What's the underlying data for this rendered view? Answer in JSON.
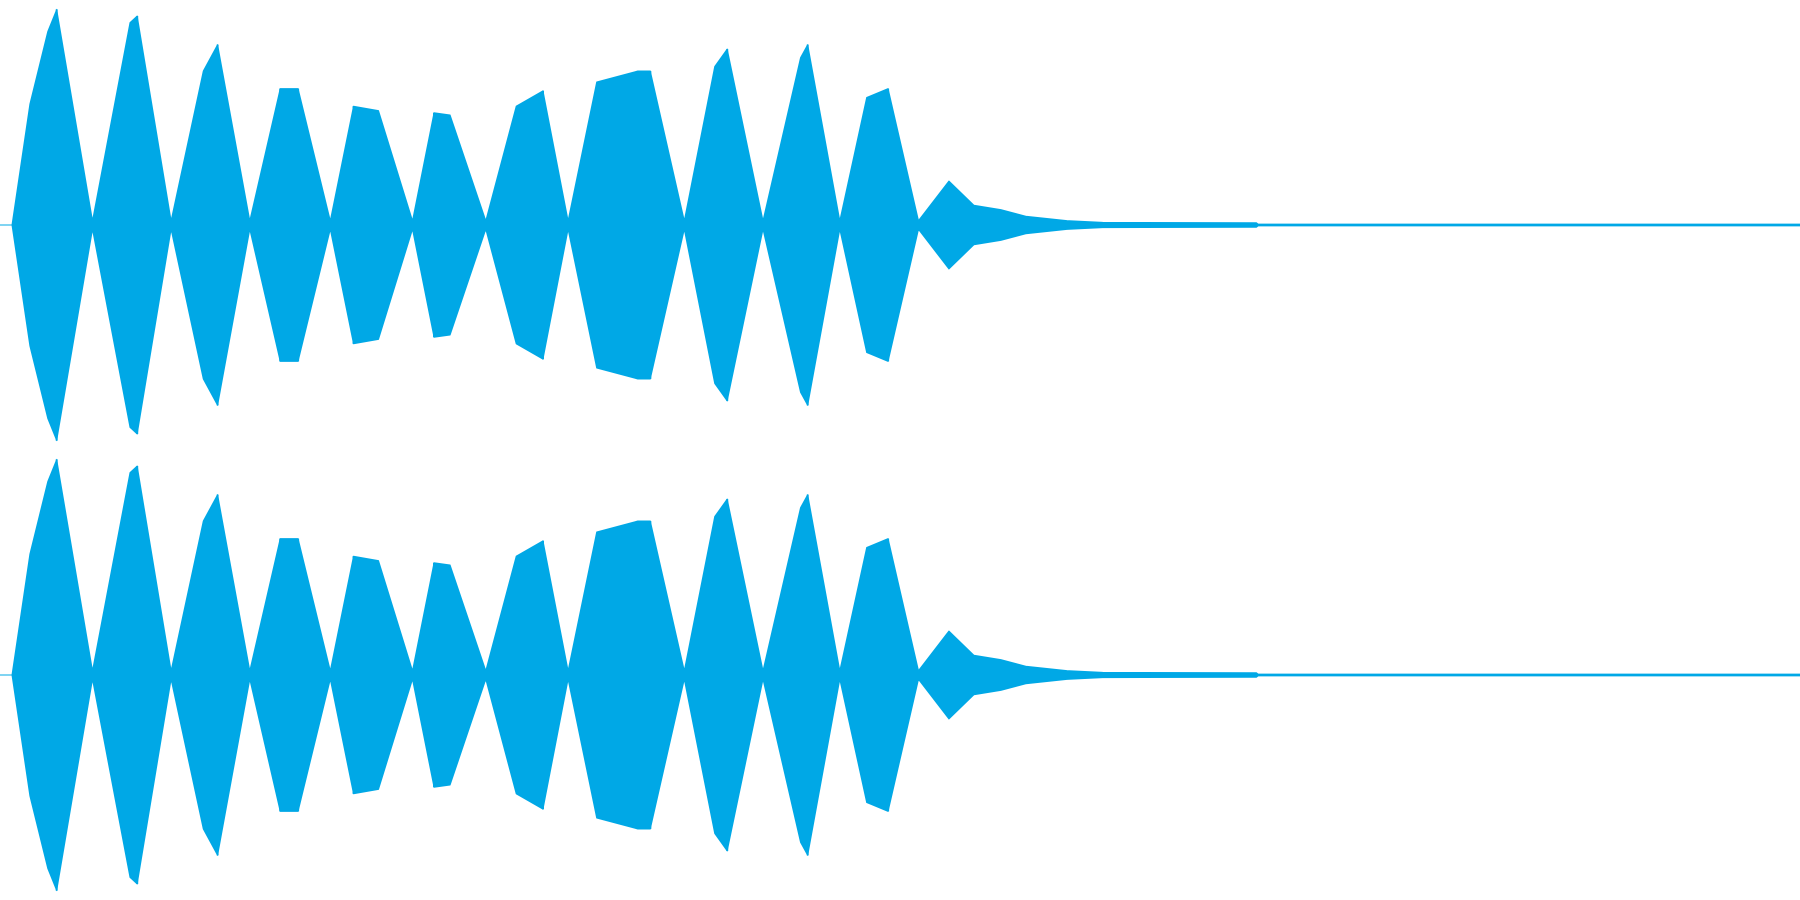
{
  "waveform": {
    "wave_color": "#00a8e6",
    "channels": [
      {
        "name": "",
        "envelope": [
          [
            0.0,
            0.0
          ],
          [
            0.01,
            0.55
          ],
          [
            0.02,
            0.88
          ],
          [
            0.025,
            0.98
          ],
          [
            0.045,
            0.02
          ],
          [
            0.066,
            0.92
          ],
          [
            0.07,
            0.95
          ],
          [
            0.089,
            0.02
          ],
          [
            0.107,
            0.7
          ],
          [
            0.115,
            0.82
          ],
          [
            0.133,
            0.02
          ],
          [
            0.15,
            0.62
          ],
          [
            0.16,
            0.62
          ],
          [
            0.178,
            0.02
          ],
          [
            0.191,
            0.54
          ],
          [
            0.205,
            0.52
          ],
          [
            0.224,
            0.02
          ],
          [
            0.236,
            0.51
          ],
          [
            0.245,
            0.5
          ],
          [
            0.265,
            0.02
          ],
          [
            0.282,
            0.54
          ],
          [
            0.297,
            0.61
          ],
          [
            0.311,
            0.02
          ],
          [
            0.327,
            0.65
          ],
          [
            0.35,
            0.7
          ],
          [
            0.357,
            0.7
          ],
          [
            0.376,
            0.02
          ],
          [
            0.393,
            0.72
          ],
          [
            0.4,
            0.8
          ],
          [
            0.42,
            0.02
          ],
          [
            0.441,
            0.76
          ],
          [
            0.445,
            0.82
          ],
          [
            0.463,
            0.02
          ],
          [
            0.478,
            0.58
          ],
          [
            0.49,
            0.62
          ],
          [
            0.507,
            0.02
          ],
          [
            0.524,
            0.2
          ],
          [
            0.538,
            0.09
          ],
          [
            0.553,
            0.07
          ],
          [
            0.567,
            0.04
          ],
          [
            0.59,
            0.02
          ],
          [
            0.61,
            0.012
          ],
          [
            0.696,
            0.01
          ],
          [
            0.697,
            0.004
          ],
          [
            1.0,
            0.004
          ]
        ]
      },
      {
        "name": "",
        "envelope": [
          [
            0.0,
            0.0
          ],
          [
            0.01,
            0.55
          ],
          [
            0.02,
            0.88
          ],
          [
            0.025,
            0.98
          ],
          [
            0.045,
            0.02
          ],
          [
            0.066,
            0.92
          ],
          [
            0.07,
            0.95
          ],
          [
            0.089,
            0.02
          ],
          [
            0.107,
            0.7
          ],
          [
            0.115,
            0.82
          ],
          [
            0.133,
            0.02
          ],
          [
            0.15,
            0.62
          ],
          [
            0.16,
            0.62
          ],
          [
            0.178,
            0.02
          ],
          [
            0.191,
            0.54
          ],
          [
            0.205,
            0.52
          ],
          [
            0.224,
            0.02
          ],
          [
            0.236,
            0.51
          ],
          [
            0.245,
            0.5
          ],
          [
            0.265,
            0.02
          ],
          [
            0.282,
            0.54
          ],
          [
            0.297,
            0.61
          ],
          [
            0.311,
            0.02
          ],
          [
            0.327,
            0.65
          ],
          [
            0.35,
            0.7
          ],
          [
            0.357,
            0.7
          ],
          [
            0.376,
            0.02
          ],
          [
            0.393,
            0.72
          ],
          [
            0.4,
            0.8
          ],
          [
            0.42,
            0.02
          ],
          [
            0.441,
            0.76
          ],
          [
            0.445,
            0.82
          ],
          [
            0.463,
            0.02
          ],
          [
            0.478,
            0.58
          ],
          [
            0.49,
            0.62
          ],
          [
            0.507,
            0.02
          ],
          [
            0.524,
            0.2
          ],
          [
            0.538,
            0.09
          ],
          [
            0.553,
            0.07
          ],
          [
            0.567,
            0.04
          ],
          [
            0.59,
            0.02
          ],
          [
            0.61,
            0.012
          ],
          [
            0.696,
            0.01
          ],
          [
            0.697,
            0.004
          ],
          [
            1.0,
            0.004
          ]
        ]
      }
    ]
  }
}
